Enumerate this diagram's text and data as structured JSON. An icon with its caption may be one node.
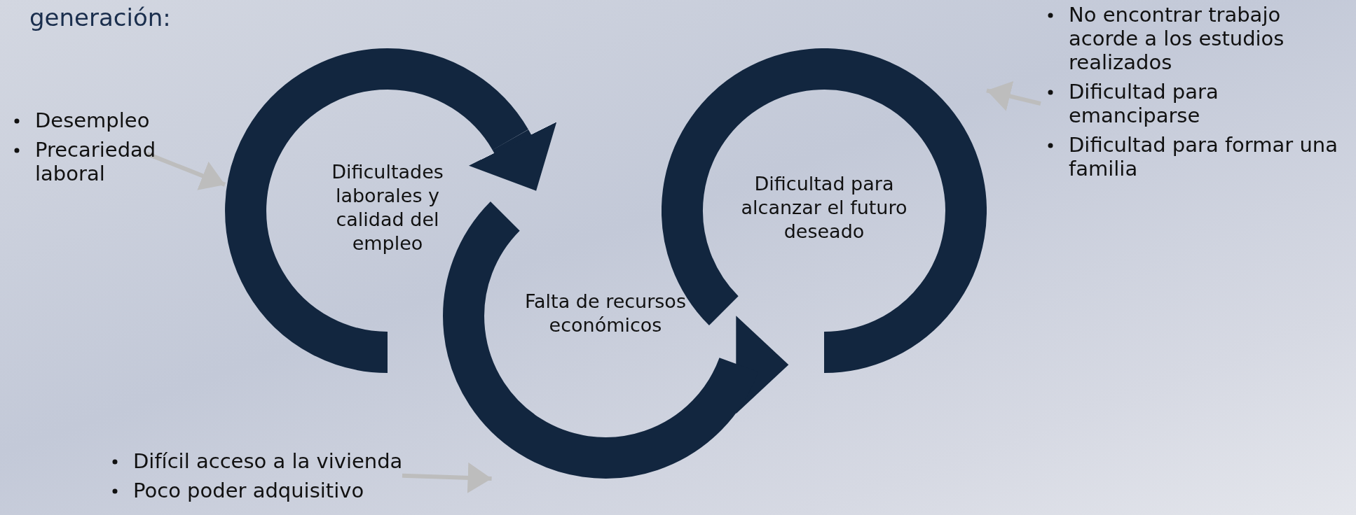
{
  "diagram": {
    "title": "generación:",
    "nodes": [
      {
        "text": [
          "Desempleo",
          "Precariedad laboral"
        ]
      },
      {
        "text": [
          "Dificultades laborales y calidad del empleo"
        ]
      },
      {
        "text": [
          "Falta de recursos económicos"
        ]
      },
      {
        "text": [
          "Dificultad para alcanzar el futuro deseado"
        ]
      },
      {
        "text": [
          "Difícil acceso a la vivienda",
          "Poco poder adquisitivo"
        ]
      },
      {
        "text": [
          "No encontrar trabajo  acorde a los estudios realizados",
          "Dificultad para emanciparse",
          "Dificultad para formar una familia"
        ]
      }
    ],
    "edges": [
      {
        "from": 1,
        "to": 2,
        "arrow": "to",
        "style": "thick",
        "color": "#12263f"
      },
      {
        "from": 2,
        "to": 3,
        "arrow": "to",
        "style": "thick",
        "color": "#12263f"
      },
      {
        "from": 0,
        "to": 1,
        "arrow": "to"
      },
      {
        "from": 4,
        "to": 2,
        "arrow": "to"
      },
      {
        "from": 5,
        "to": 3,
        "arrow": "to"
      }
    ]
  }
}
